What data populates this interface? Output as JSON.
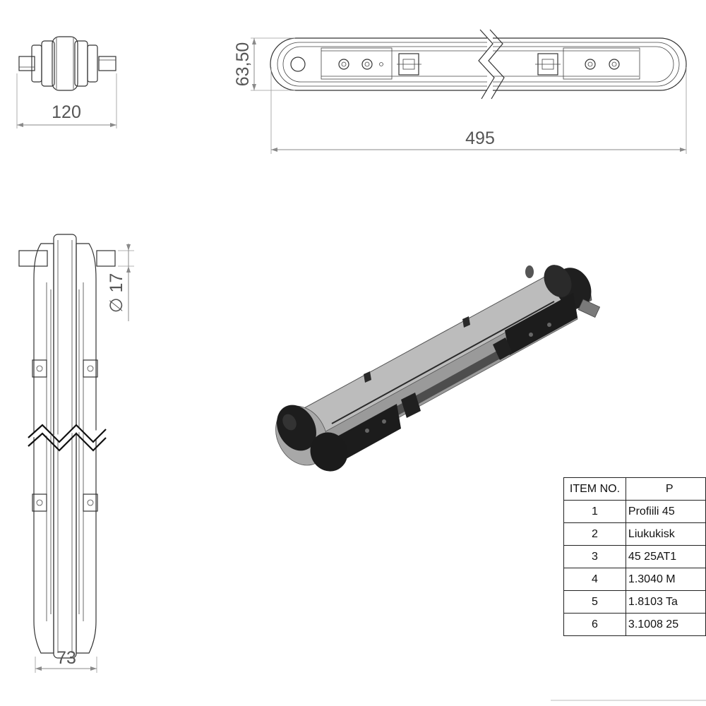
{
  "dimensions": {
    "front_width": "120",
    "top_height": "63,50",
    "top_length": "495",
    "side_diameter": "∅ 17",
    "side_width": "73"
  },
  "bom": {
    "headers": [
      "ITEM NO.",
      "P"
    ],
    "rows": [
      {
        "item": "1",
        "part": "Profiili 45"
      },
      {
        "item": "2",
        "part": "Liukukisk"
      },
      {
        "item": "3",
        "part": "45 25AT1"
      },
      {
        "item": "4",
        "part": "1.3040 M"
      },
      {
        "item": "5",
        "part": "1.8103 Ta"
      },
      {
        "item": "6",
        "part": "3.1008 25"
      }
    ]
  },
  "colors": {
    "line": "#333333",
    "dimension": "#8a8a8a",
    "belt": "#b9b9b9",
    "pulley": "#1e1e1e",
    "rail": "#8c8c8c"
  }
}
